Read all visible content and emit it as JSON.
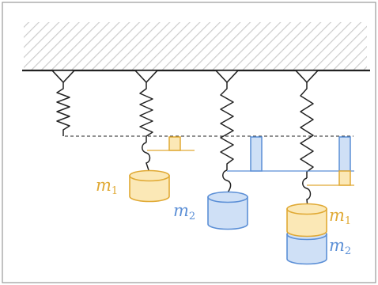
{
  "labels": {
    "mass1": {
      "main": "m",
      "sub": "1"
    },
    "mass2": {
      "main": "m",
      "sub": "2"
    },
    "stacked1": {
      "main": "m",
      "sub": "1"
    },
    "stacked2": {
      "main": "m",
      "sub": "2"
    }
  },
  "colors": {
    "mass1_fill": "#fbe8b6",
    "mass1_stroke": "#e0a934",
    "mass2_fill": "#cfe0f6",
    "mass2_stroke": "#5b8fd6",
    "mass1_text": "#e0a934",
    "mass2_text": "#5b8fd6",
    "line": "#222222",
    "hatch": "#cccccc",
    "frame": "#999999"
  },
  "icons": {
    "ceiling": "hatched-ceiling-icon",
    "spring": "zigzag-spring-icon",
    "mass": "cylinder-mass-icon",
    "extension": "extension-bar-icon"
  }
}
